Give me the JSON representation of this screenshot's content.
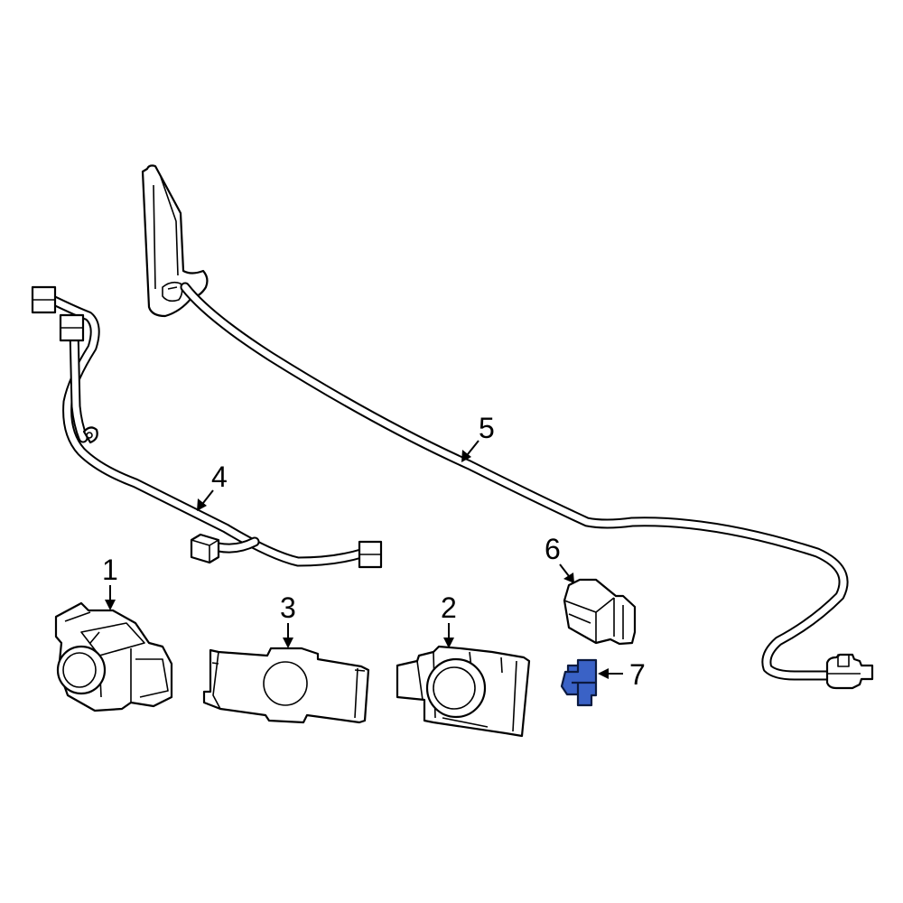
{
  "diagram": {
    "type": "exploded-parts-diagram",
    "subject": "parking sensor harness and sensors",
    "highlight_color": "#3a62c6",
    "line_color": "#000000",
    "background": "#ffffff"
  },
  "callouts": [
    {
      "id": "1",
      "label": "1",
      "part": "parking sensor (left style)",
      "highlighted": false
    },
    {
      "id": "2",
      "label": "2",
      "part": "parking sensor with bracket",
      "highlighted": false
    },
    {
      "id": "3",
      "label": "3",
      "part": "sensor bracket/retainer",
      "highlighted": false
    },
    {
      "id": "4",
      "label": "4",
      "part": "wiring harness (short, with connectors)",
      "highlighted": false
    },
    {
      "id": "5",
      "label": "5",
      "part": "wiring harness (long, bumper)",
      "highlighted": false
    },
    {
      "id": "6",
      "label": "6",
      "part": "connector housing",
      "highlighted": false
    },
    {
      "id": "7",
      "label": "7",
      "part": "clip / retainer",
      "highlighted": true
    }
  ]
}
